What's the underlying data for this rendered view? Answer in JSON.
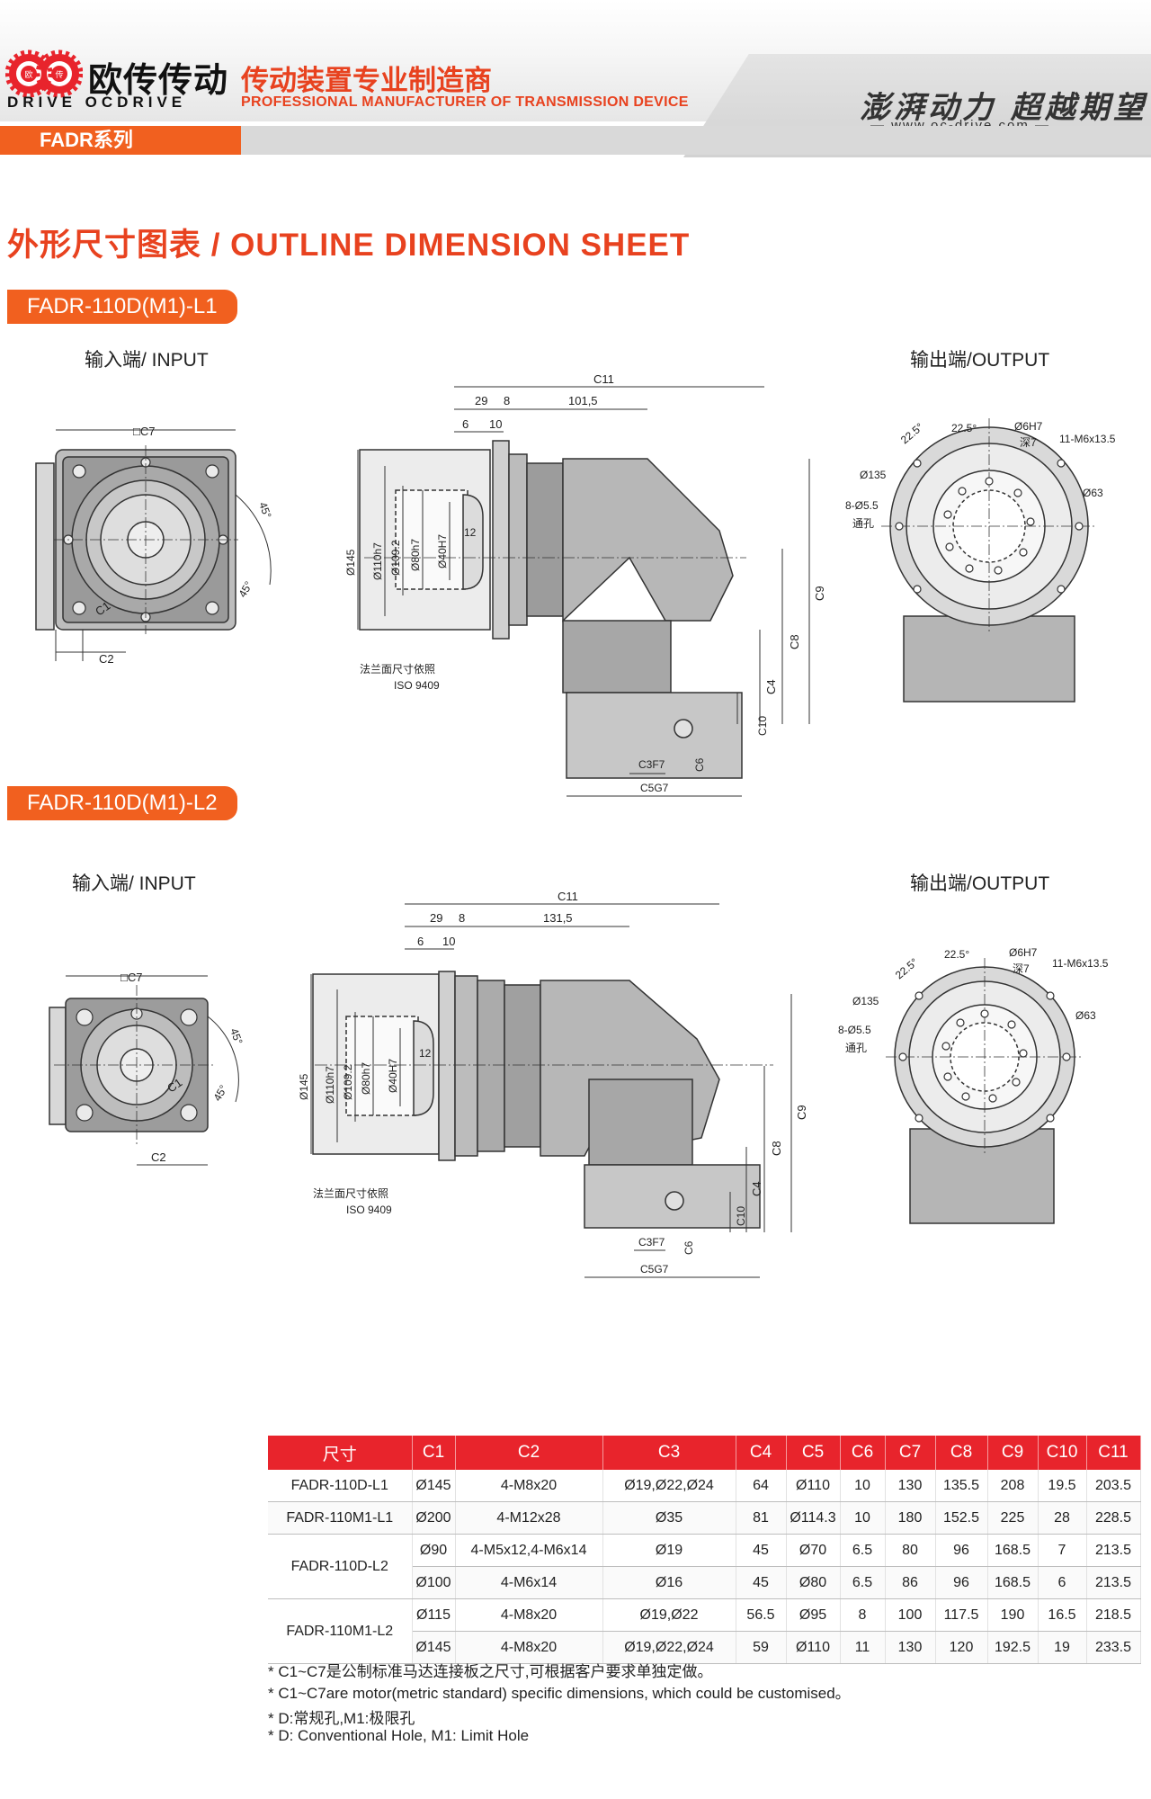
{
  "header": {
    "brand_cn": "欧传传动",
    "brand_en": "DRIVE OCDRIVE",
    "logo_mark": "欧传",
    "tagline_cn": "传动装置专业制造商",
    "tagline_en": "PROFESSIONAL MANUFACTURER OF TRANSMISSION DEVICE",
    "slogan": "澎湃动力 超越期望",
    "website": "www.oc-drive.com",
    "series": "FADR系列",
    "accent_color": "#f1601f",
    "table_header_color": "#e8242c"
  },
  "section_title": "外形尺寸图表 / OUTLINE DIMENSION SHEET",
  "views": [
    {
      "model": "FADR-110D(M1)-L1",
      "input_label": "输入端/ INPUT",
      "output_label": "输出端/OUTPUT",
      "dims": {
        "c11": "C11",
        "d29": "29",
        "d8": "8",
        "length": "101,5",
        "d6": "6",
        "d10": "10",
        "c7": "□C7",
        "angle45a": "45°",
        "angle45b": "45°",
        "c1": "C1",
        "c2": "C2",
        "d145": "Ø145",
        "d110": "Ø110h7",
        "d109": "Ø109.2",
        "d80": "Ø80h7",
        "d40": "Ø40H7",
        "d12": "12",
        "flange_cn": "法兰面尺寸依照",
        "flange_iso": "ISO 9409",
        "c9": "C9",
        "c8": "C8",
        "c4": "C4",
        "c10": "C10",
        "c3": "C3F7",
        "c6": "C6",
        "c5": "C5G7",
        "a225a": "22.5°",
        "a225b": "22.5°",
        "d6h7": "Ø6H7",
        "deep7": "深7",
        "holes11": "11-M6x13.5",
        "d135": "Ø135",
        "holes8": "8-Ø5.5",
        "through": "通孔",
        "d63": "Ø63"
      }
    },
    {
      "model": "FADR-110D(M1)-L2",
      "input_label": "输入端/ INPUT",
      "output_label": "输出端/OUTPUT",
      "dims": {
        "c11": "C11",
        "d29": "29",
        "d8": "8",
        "length": "131,5",
        "d6": "6",
        "d10": "10",
        "c7": "□C7",
        "angle45a": "45°",
        "angle45b": "45°",
        "c1": "C1",
        "c2": "C2",
        "d145": "Ø145",
        "d110": "Ø110h7",
        "d109": "Ø109.2",
        "d80": "Ø80h7",
        "d40": "Ø40H7",
        "d12": "12",
        "flange_cn": "法兰面尺寸依照",
        "flange_iso": "ISO 9409",
        "c9": "C9",
        "c8": "C8",
        "c4": "C4",
        "c10": "C10",
        "c3": "C3F7",
        "c6": "C6",
        "c5": "C5G7",
        "a225a": "22.5°",
        "a225b": "22.5°",
        "d6h7": "Ø6H7",
        "deep7": "深7",
        "holes11": "11-M6x13.5",
        "d135": "Ø135",
        "holes8": "8-Ø5.5",
        "through": "通孔",
        "d63": "Ø63"
      }
    }
  ],
  "table": {
    "headers": [
      "尺寸",
      "C1",
      "C2",
      "C3",
      "C4",
      "C5",
      "C6",
      "C7",
      "C8",
      "C9",
      "C10",
      "C11"
    ],
    "groups": [
      {
        "model": "FADR-110D-L1",
        "rows": [
          [
            "Ø145",
            "4-M8x20",
            "Ø19,Ø22,Ø24",
            "64",
            "Ø110",
            "10",
            "130",
            "135.5",
            "208",
            "19.5",
            "203.5"
          ]
        ]
      },
      {
        "model": "FADR-110M1-L1",
        "rows": [
          [
            "Ø200",
            "4-M12x28",
            "Ø35",
            "81",
            "Ø114.3",
            "10",
            "180",
            "152.5",
            "225",
            "28",
            "228.5"
          ]
        ]
      },
      {
        "model": "FADR-110D-L2",
        "rows": [
          [
            "Ø90",
            "4-M5x12,4-M6x14",
            "Ø19",
            "45",
            "Ø70",
            "6.5",
            "80",
            "96",
            "168.5",
            "7",
            "213.5"
          ],
          [
            "Ø100",
            "4-M6x14",
            "Ø16",
            "45",
            "Ø80",
            "6.5",
            "86",
            "96",
            "168.5",
            "6",
            "213.5"
          ]
        ]
      },
      {
        "model": "FADR-110M1-L2",
        "rows": [
          [
            "Ø115",
            "4-M8x20",
            "Ø19,Ø22",
            "56.5",
            "Ø95",
            "8",
            "100",
            "117.5",
            "190",
            "16.5",
            "218.5"
          ],
          [
            "Ø145",
            "4-M8x20",
            "Ø19,Ø22,Ø24",
            "59",
            "Ø110",
            "11",
            "130",
            "120",
            "192.5",
            "19",
            "233.5"
          ]
        ]
      }
    ]
  },
  "notes": [
    "* C1~C7是公制标准马达连接板之尺寸,可根据客户要求单独定做。",
    "* C1~C7are motor(metric standard)  specific dimensions, which could be customised。",
    "* D:常规孔,M1:极限孔",
    "* D: Conventional Hole, M1: Limit Hole"
  ]
}
